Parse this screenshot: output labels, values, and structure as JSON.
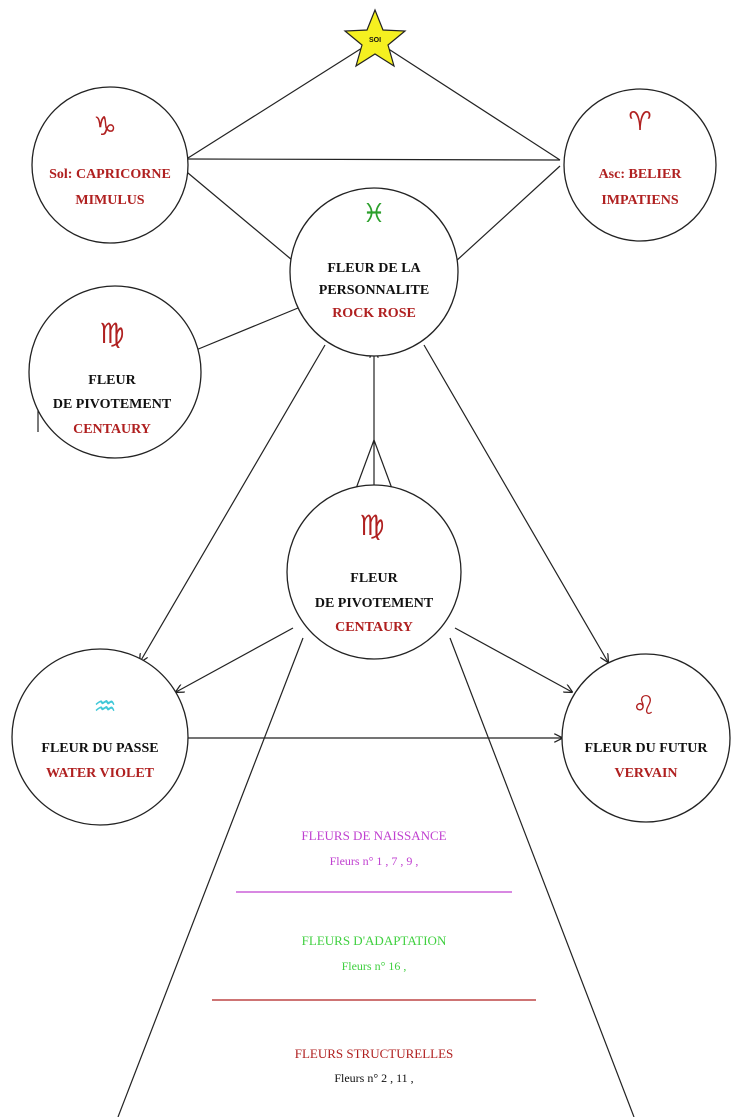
{
  "sun": {
    "label": "SOI",
    "color": "#f5f020"
  },
  "nodes": {
    "sun_sign": {
      "glyph": "♑",
      "glyph_icon": "capricorn-icon",
      "glyph_color": "#b02020",
      "line1": "Sol: CAPRICORNE",
      "line2": "MIMULUS"
    },
    "ascendant": {
      "glyph": "♈",
      "glyph_icon": "aries-icon",
      "glyph_color": "#b02020",
      "line1": "Asc: BELIER",
      "line2": "IMPATIENS"
    },
    "personality": {
      "glyph": "♓",
      "glyph_icon": "pisces-icon",
      "glyph_color": "#2ca02c",
      "line1": "FLEUR DE LA",
      "line2": "PERSONNALITE",
      "flower": "ROCK ROSE"
    },
    "pivot_left": {
      "glyph": "♍",
      "glyph_icon": "virgo-icon",
      "glyph_color": "#b02020",
      "line1": "FLEUR",
      "line2": "DE PIVOTEMENT",
      "flower": "CENTAURY"
    },
    "pivot_center": {
      "glyph": "♍",
      "glyph_icon": "virgo-icon",
      "glyph_color": "#b02020",
      "line1": "FLEUR",
      "line2": "DE PIVOTEMENT",
      "flower": "CENTAURY"
    },
    "past": {
      "glyph": "♒",
      "glyph_icon": "aquarius-icon",
      "glyph_color": "#40c8d8",
      "line1": "FLEUR DU PASSE",
      "flower": "WATER VIOLET"
    },
    "future": {
      "glyph": "♌",
      "glyph_icon": "leo-icon",
      "glyph_color": "#b02020",
      "line1": "FLEUR DU FUTUR",
      "flower": "VERVAIN"
    }
  },
  "sections": [
    {
      "title": "FLEURS DE NAISSANCE",
      "subtitle": "Fleurs n° 1 , 7 , 9 ,",
      "color": "#c040d0"
    },
    {
      "title": "FLEURS D'ADAPTATION",
      "subtitle": "Fleurs n° 16 ,",
      "color": "#40d040"
    },
    {
      "title": "FLEURS STRUCTURELLES",
      "subtitle": "Fleurs n° 2 , 11 ,",
      "color": "#b02020"
    }
  ]
}
